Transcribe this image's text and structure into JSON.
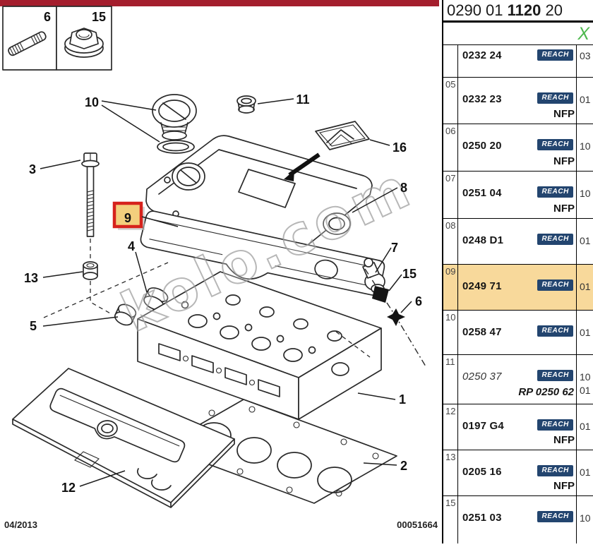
{
  "colors": {
    "highlight": "#f8d99b",
    "reach_bg": "#23456f",
    "red_bar": "#a41e2d",
    "box_fill": "#f3cf7d",
    "box_border": "#d6221c",
    "x_green": "#4db84d"
  },
  "watermark": "kolo.com",
  "footer": {
    "date": "04/2013",
    "doc_number": "00051664"
  },
  "inset": {
    "stud_label": "6",
    "nut_label": "15"
  },
  "diagram": {
    "callouts": {
      "c1": "1",
      "c2": "2",
      "c3": "3",
      "c4": "4",
      "c5": "5",
      "c6": "6",
      "c7": "7",
      "c8": "8",
      "c9": "9",
      "c10": "10",
      "c11": "11",
      "c12": "12",
      "c13": "13",
      "c15": "15",
      "c16": "16"
    }
  },
  "table": {
    "header": {
      "prefix": "0290 01 ",
      "bold": "1120",
      "suffix": " 20"
    },
    "x_mark": "X",
    "reach_label": "REACH",
    "rows": [
      {
        "num": "",
        "part": "0232 24",
        "qty": "03"
      },
      {
        "num": "05",
        "part": "0232 23",
        "qty": "01",
        "nfp": "NFP"
      },
      {
        "num": "06",
        "part": "0250 20",
        "qty": "10",
        "nfp": "NFP"
      },
      {
        "num": "07",
        "part": "0251 04",
        "qty": "10",
        "nfp": "NFP"
      },
      {
        "num": "08",
        "part": "0248 D1",
        "qty": "01"
      },
      {
        "num": "09",
        "part": "0249 71",
        "qty": "01",
        "highlighted": true
      },
      {
        "num": "10",
        "part": "0258 47",
        "qty": "01"
      },
      {
        "num": "11",
        "part": "0250 37",
        "qty": "10",
        "alt_part": "RP 0250 62",
        "alt_qty": "01",
        "italic": true
      },
      {
        "num": "12",
        "part": "0197 G4",
        "qty": "01",
        "nfp": "NFP"
      },
      {
        "num": "13",
        "part": "0205 16",
        "qty": "01",
        "nfp": "NFP"
      },
      {
        "num": "15",
        "part": "0251 03",
        "qty": "10"
      }
    ]
  }
}
